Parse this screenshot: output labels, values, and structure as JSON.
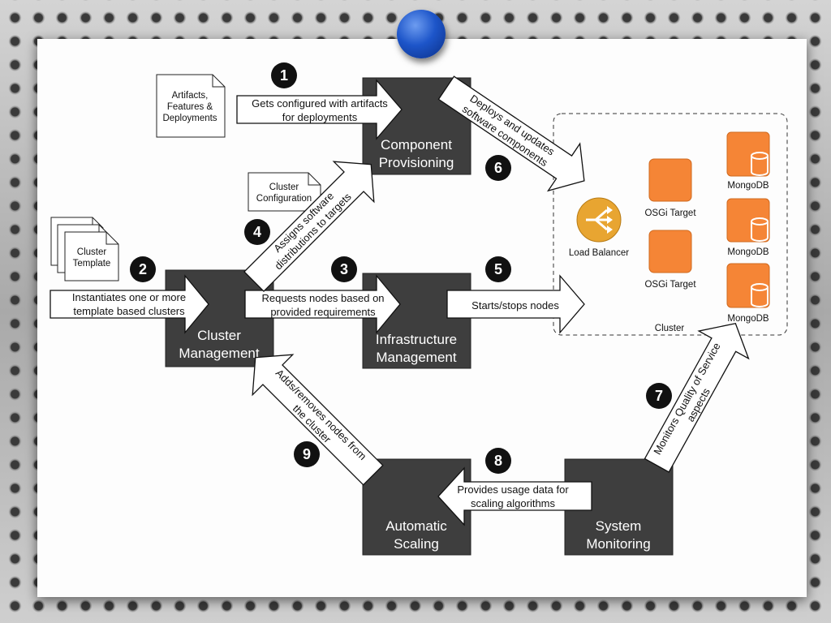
{
  "boxes": {
    "component_provisioning": [
      "Component",
      "Provisioning"
    ],
    "cluster_management": [
      "Cluster",
      "Management"
    ],
    "infrastructure_management": [
      "Infrastructure",
      "Management"
    ],
    "automatic_scaling": [
      "Automatic",
      "Scaling"
    ],
    "system_monitoring": [
      "System",
      "Monitoring"
    ]
  },
  "documents": {
    "artifacts": [
      "Artifacts,",
      "Features &",
      "Deployments"
    ],
    "cluster_configuration": [
      "Cluster",
      "Configuration"
    ],
    "cluster_template": [
      "Cluster",
      "Template"
    ]
  },
  "arrows": {
    "a1": [
      "Gets configured with artifacts",
      "for deployments"
    ],
    "a2": [
      "Instantiates one or more",
      "template based clusters"
    ],
    "a3": [
      "Requests nodes based on",
      "provided requirements"
    ],
    "a4": [
      "Assigns software",
      "distributions to targets"
    ],
    "a5": [
      "Starts/stops nodes"
    ],
    "a6": [
      "Deploys and updates",
      "software components"
    ],
    "a7": [
      "Monitors Quality of Service",
      "aspects"
    ],
    "a8": [
      "Provides usage data for",
      "scaling algorithms"
    ],
    "a9": [
      "Adds/removes nodes from",
      "the cluster"
    ]
  },
  "badges": [
    "1",
    "2",
    "3",
    "4",
    "5",
    "6",
    "7",
    "8",
    "9"
  ],
  "cluster": {
    "label": "Cluster",
    "load_balancer": "Load Balancer",
    "osgi_target": "OSGi Target",
    "mongodb": "MongoDB"
  },
  "colors": {
    "box": "#3e3e3e",
    "accent": "#f58536",
    "load_balancer": "#e8a531",
    "pin": "#1d55c9"
  }
}
